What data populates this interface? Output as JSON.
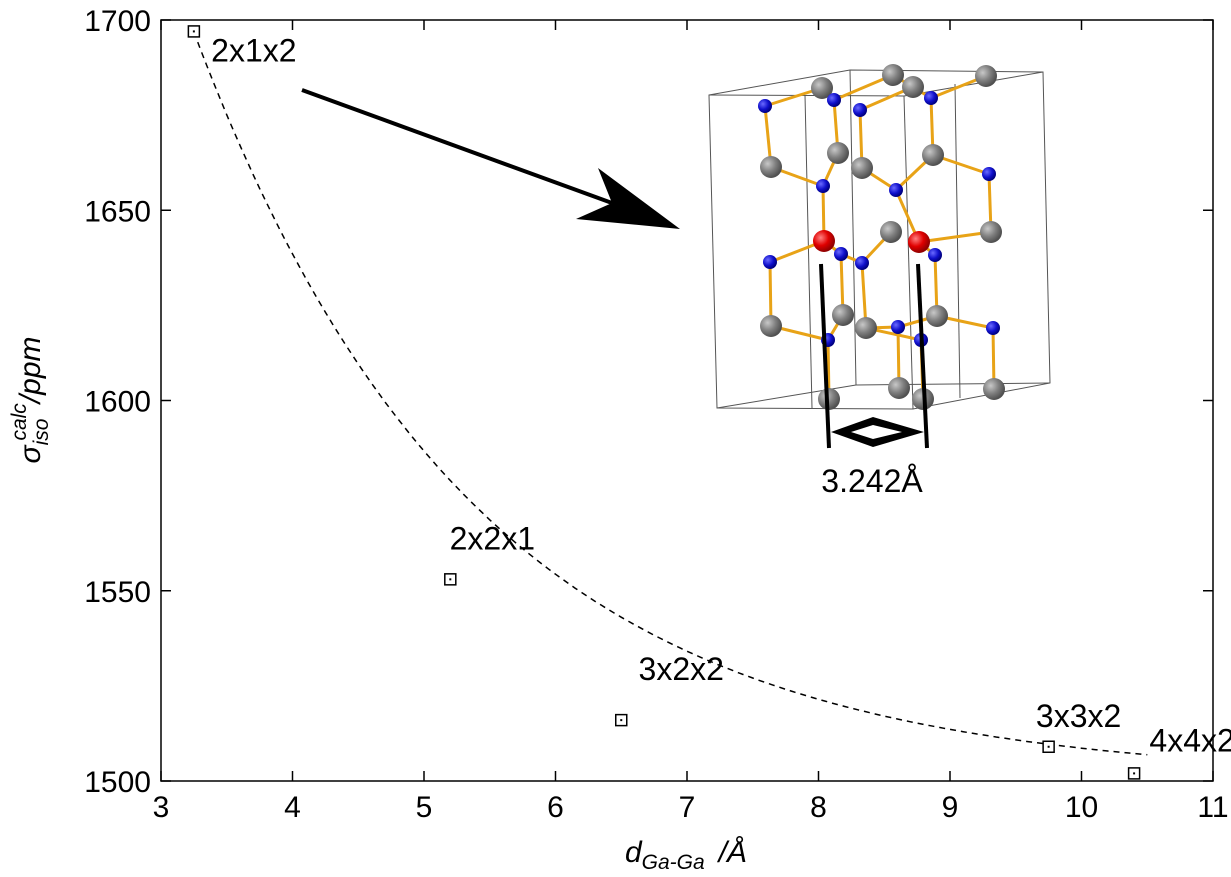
{
  "chart_data": {
    "type": "scatter",
    "xlabel": {
      "main": "d",
      "sub": "Ga-Ga",
      "suffix": "/Å"
    },
    "ylabel": {
      "main": "σ",
      "sub": "iso",
      "sup": "calc",
      "suffix": "/ppm"
    },
    "xlim": [
      3,
      11
    ],
    "ylim": [
      1500,
      1700
    ],
    "xticks": [
      "3",
      "4",
      "5",
      "6",
      "7",
      "8",
      "9",
      "10",
      "11"
    ],
    "yticks": [
      "1500",
      "1550",
      "1600",
      "1650",
      "1700"
    ],
    "grid": false,
    "series": [
      {
        "marker": "square-dot",
        "x": [
          3.25,
          5.2,
          6.5,
          9.75,
          10.4
        ],
        "y": [
          1697,
          1553,
          1516,
          1509,
          1502
        ],
        "labels": [
          "2x1x2",
          "2x2x1",
          "3x2x2",
          "3x3x2",
          "4x4x2"
        ]
      }
    ],
    "fit_curve": {
      "style": "dashed",
      "form": "exponential decay",
      "a": 1500.4,
      "b": 196.5,
      "c": 0.47
    },
    "inset": {
      "description_label": "3.242Å"
    }
  },
  "colors": {
    "ga": "#e00000",
    "n": "#1010cc",
    "atom_gray": "#808080",
    "bond": "#e8a317",
    "axis": "#000000"
  }
}
